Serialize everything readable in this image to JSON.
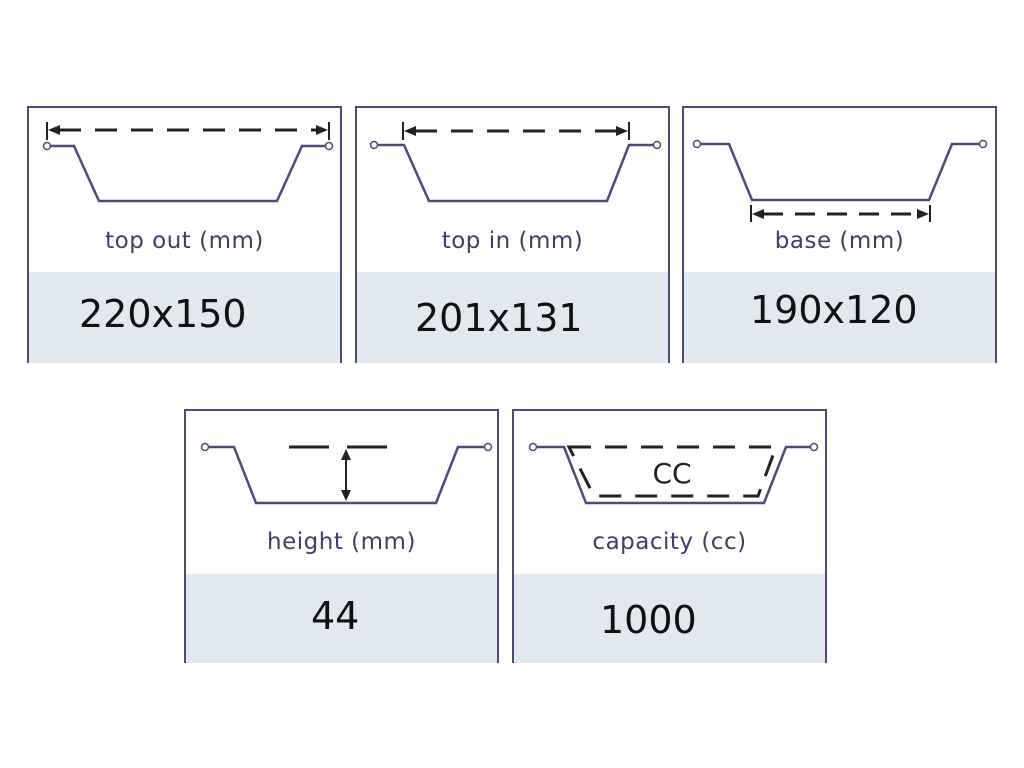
{
  "cards": [
    {
      "label": "top out (mm)",
      "value": "220x150"
    },
    {
      "label": "top in (mm)",
      "value": "201x131"
    },
    {
      "label": "base (mm)",
      "value": "190x120"
    },
    {
      "label": "height (mm)",
      "value": "44"
    },
    {
      "label": "capacity (cc)",
      "value": "1000",
      "diagram_text": "CC"
    }
  ],
  "colors": {
    "outline": "#4d4b7c",
    "band": "#e1e8f0",
    "label": "#3f3d6f",
    "dimension": "#222222"
  }
}
